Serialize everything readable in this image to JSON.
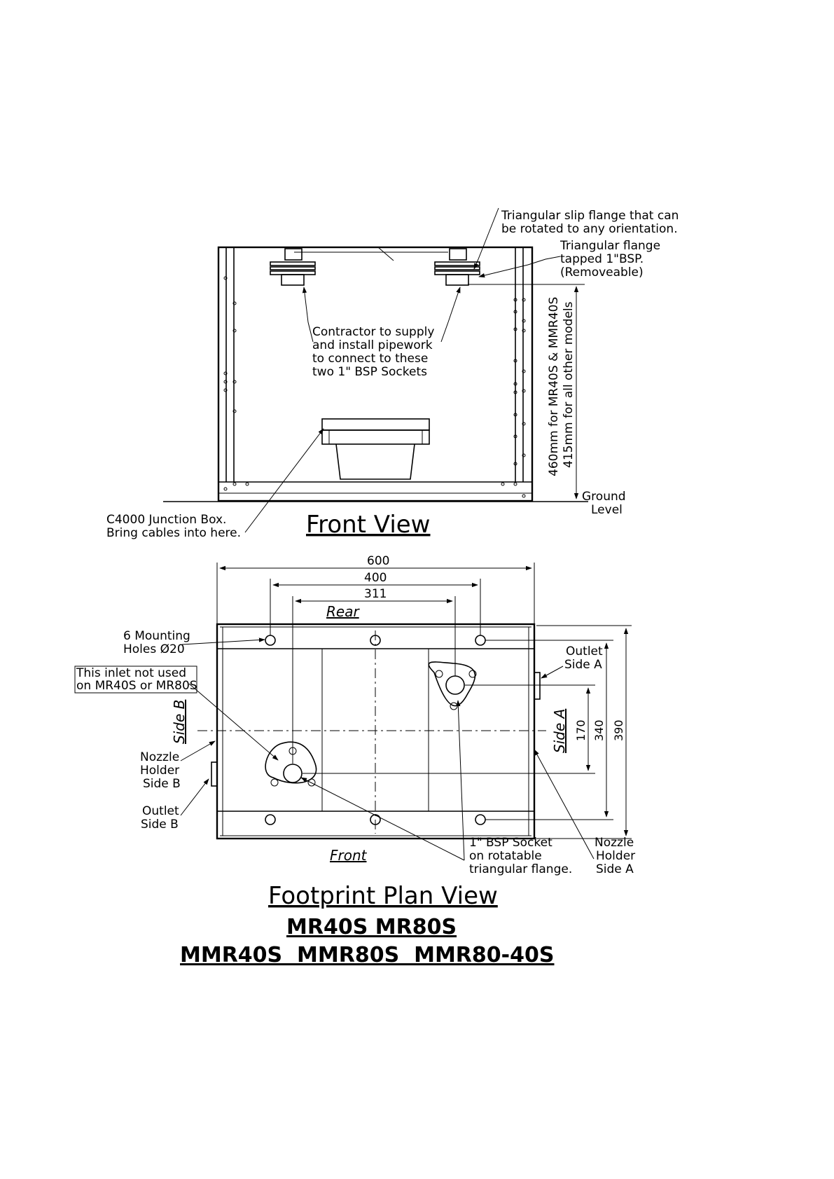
{
  "front_view": {
    "title": "Front View",
    "callouts": {
      "slip_flange": [
        "Triangular slip flange that can",
        "be rotated to any orientation."
      ],
      "tapped_flange": [
        "Triangular flange",
        "tapped 1\"BSP.",
        "(Removeable)"
      ],
      "contractor": [
        "Contractor to supply",
        "and install pipework",
        "to connect to these",
        "two 1\" BSP Sockets"
      ],
      "junction_box": [
        "C4000 Junction Box.",
        "Bring cables into here."
      ],
      "ground": [
        "Ground",
        "Level"
      ]
    },
    "height_dims": [
      "460mm for MR40S & MMR40S",
      "415mm for all other models"
    ]
  },
  "plan_view": {
    "title": "Footprint Plan View",
    "dims": {
      "width_600": "600",
      "width_400": "400",
      "width_311": "311",
      "depth_170": "170",
      "depth_340": "340",
      "depth_390": "390"
    },
    "labels": {
      "rear": "Rear",
      "front": "Front",
      "side_a": "Side A",
      "side_b": "Side B",
      "mounting": [
        "6 Mounting",
        "Holes Ø20"
      ],
      "inlet_note": [
        "This inlet not used",
        "on MR40S or MR80S"
      ],
      "nozzle_b": [
        "Nozzle",
        "Holder",
        "Side B"
      ],
      "outlet_b": [
        "Outlet",
        "Side B"
      ],
      "outlet_a": [
        "Outlet",
        "Side A"
      ],
      "socket": [
        "1\" BSP Socket",
        "on rotatable",
        "triangular flange."
      ],
      "nozzle_a": [
        "Nozzle",
        "Holder",
        "Side A"
      ]
    }
  },
  "models": {
    "line1": "MR40S MR80S",
    "line2": "MMR40S  MMR80S  MMR80-40S"
  }
}
